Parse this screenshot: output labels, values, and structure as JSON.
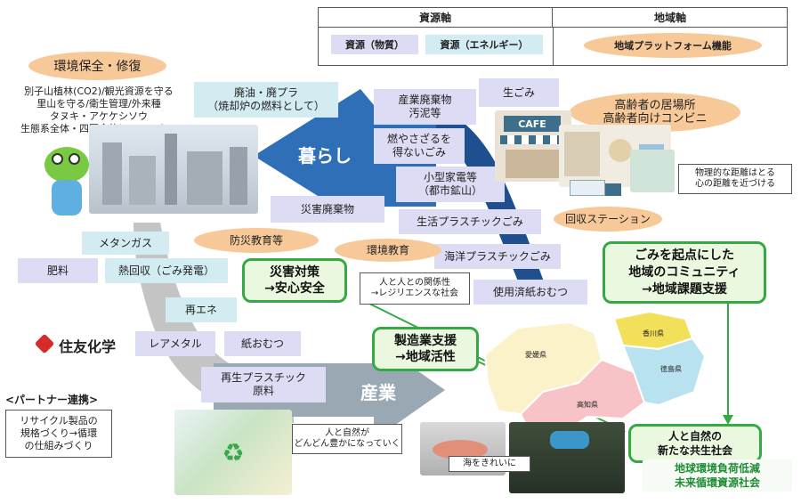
{
  "legend": {
    "resource_axis": "資源軸",
    "region_axis": "地域軸",
    "resource_material": "資源（物質）",
    "resource_energy": "資源（エネルギー）",
    "region_platform": "地域プラットフォーム機能"
  },
  "arrows": {
    "life": "暮らし",
    "industry": "産業"
  },
  "env": {
    "title": "環境保全・修復",
    "lines": "別子山植林(CO2)/観光資源を守る\n里山を守る/衛生管理/外来種\nタヌキ・アケケシソウ\n生態系全体・四国全体にフォーカス"
  },
  "boxes": {
    "waste_oil": "廃油・廃プラ\n（焼却炉の燃料として）",
    "industrial_waste": "産業廃棄物\n汚泥等",
    "garbage": "生ごみ",
    "burnable": "燃やさざるを\n得ないごみ",
    "appliances": "小型家電等\n（都市鉱山）",
    "disaster_waste": "災害廃棄物",
    "plastic_life": "生活プラスチックごみ",
    "ocean_plastic": "海洋プラスチックごみ",
    "used_diapers": "使用済紙おむつ",
    "methane": "メタンガス",
    "fertilizer": "肥料",
    "heat_recovery": "熱回収（ごみ発電）",
    "renewable": "再エネ",
    "rare_metal": "レアメタル",
    "paper_diaper": "紙おむつ",
    "recycled_plastic": "再生プラスチック\n原料"
  },
  "peach": {
    "elderly": "高齢者の居場所\n高齢者向けコンビニ",
    "collection": "回収ステーション",
    "disaster_edu": "防災教育等",
    "env_edu": "環境教育"
  },
  "green": {
    "disaster": "災害対策\n→安心安全",
    "manufacturing": "製造業支援\n→地域活性",
    "community": "ごみを起点にした\n地域のコミュニティ\n→地域課題支援",
    "coexist": "人と自然の\n新たな共生社会"
  },
  "notes": {
    "physical": "物理的な距離はとる\n心の距離を近づける",
    "relations": "人と人との関係性\n→レジリエンスな社会",
    "nature": "人と自然が\nどんどん豊かになっていく",
    "sea": "海をきれいに"
  },
  "partner": {
    "title": "<パートナー連携>",
    "body": "リサイクル製品の\n規格づくり→循環\nの仕組みづくり"
  },
  "company": "住友化学",
  "cafe_sign": "CAFE",
  "map": {
    "ehime": "愛媛県",
    "kagawa": "香川県",
    "kochi": "高知県",
    "tokushima": "徳島県"
  },
  "goals": "地球環境負荷低減\n未来循環資源社会",
  "colors": {
    "arrow_blue": "#2e6fb8",
    "flow_gray": "#b9b9b9",
    "green": "#35a944",
    "lavender": "#dcdcf4",
    "cyan": "#d3ecf2",
    "peach": "#f8c998"
  }
}
